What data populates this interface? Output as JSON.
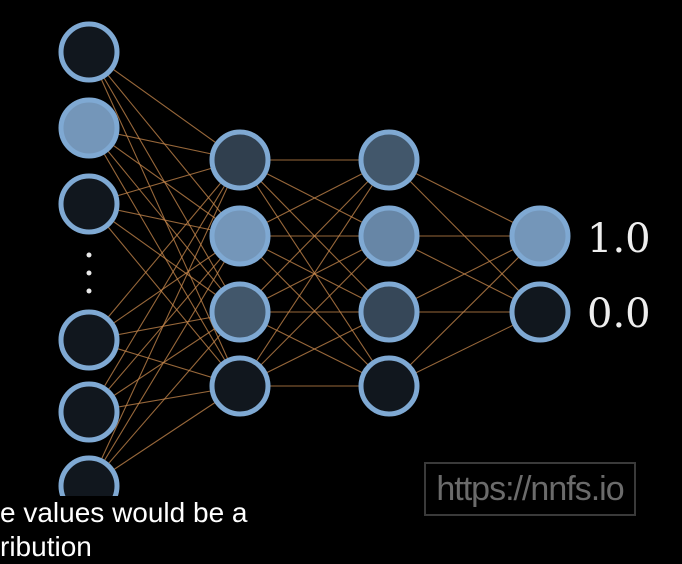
{
  "diagram": {
    "layers": [
      {
        "name": "input",
        "neurons": [
          {
            "activation": 0.05
          },
          {
            "activation": 0.85
          },
          {
            "activation": 0.05
          },
          {
            "activation": 0.05
          },
          {
            "activation": 0.05
          },
          {
            "activation": 0.05
          }
        ],
        "has_ellipsis": true
      },
      {
        "name": "hidden-1",
        "neurons": [
          {
            "activation": 0.3
          },
          {
            "activation": 0.85
          },
          {
            "activation": 0.45
          },
          {
            "activation": 0.05
          }
        ]
      },
      {
        "name": "hidden-2",
        "neurons": [
          {
            "activation": 0.45
          },
          {
            "activation": 0.75
          },
          {
            "activation": 0.35
          },
          {
            "activation": 0.05
          }
        ]
      },
      {
        "name": "output",
        "neurons": [
          {
            "activation": 0.85,
            "label": "1.0"
          },
          {
            "activation": 0.05,
            "label": "0.0"
          }
        ]
      }
    ],
    "colors": {
      "background": "#000000",
      "neuron_stroke": "#7fa9d3",
      "connection": "#c98a4e",
      "neuron_dark": "#0b0f14",
      "neuron_light": "#86aed6"
    }
  },
  "caption": {
    "line1": "e values would be a",
    "line2": "ribution"
  },
  "watermark": "https://nnfs.io"
}
